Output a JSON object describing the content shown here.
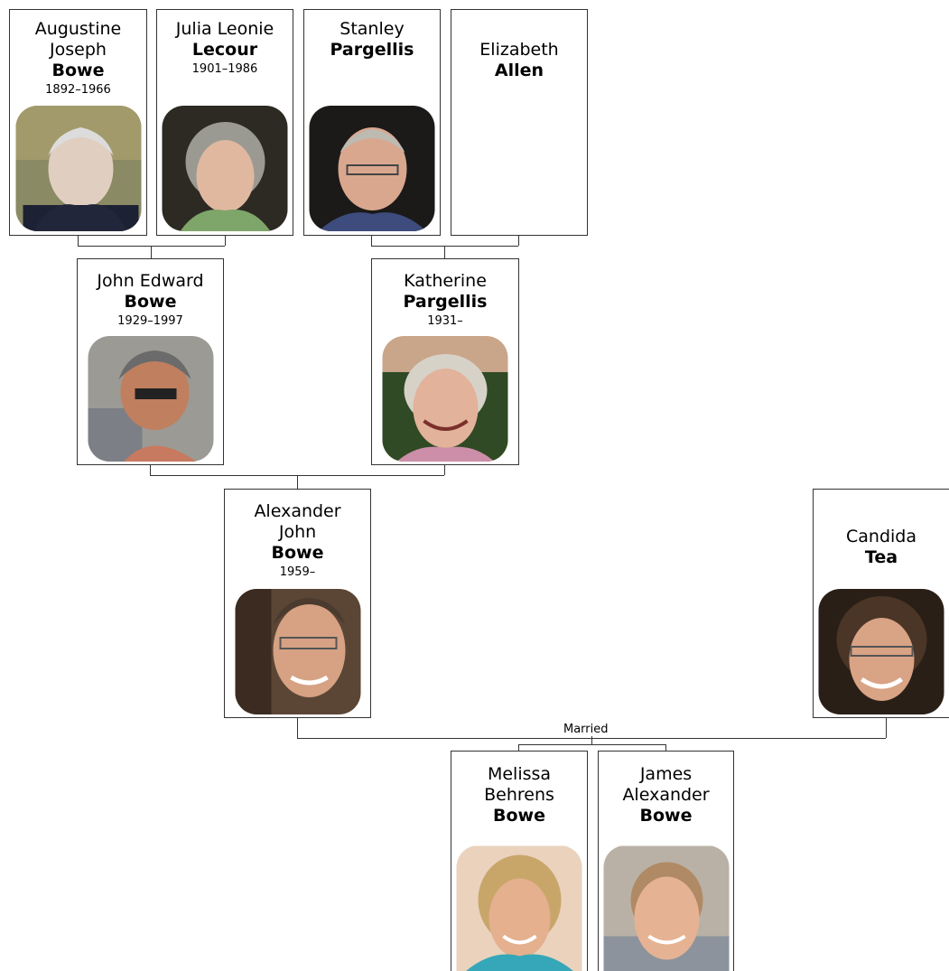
{
  "people": {
    "augustine": {
      "given": "Augustine Joseph",
      "surname": "Bowe",
      "years": "1892–1966",
      "photo_icon": "portrait-photo"
    },
    "julia": {
      "given": "Julia Leonie",
      "surname": "Lecour",
      "years": "1901–1986",
      "photo_icon": "portrait-photo"
    },
    "stanley": {
      "given": "Stanley",
      "surname": "Pargellis",
      "years": "",
      "photo_icon": "portrait-photo"
    },
    "elizabeth": {
      "given": "Elizabeth",
      "surname": "Allen",
      "years": ""
    },
    "john": {
      "given": "John Edward",
      "surname": "Bowe",
      "years": "1929–1997",
      "photo_icon": "portrait-photo"
    },
    "katherine": {
      "given": "Katherine",
      "surname": "Pargellis",
      "years": "1931–",
      "photo_icon": "portrait-photo"
    },
    "alexander": {
      "given": "Alexander John",
      "surname": "Bowe",
      "years": "1959–",
      "photo_icon": "portrait-photo"
    },
    "candida": {
      "given": "Candida",
      "surname": "Tea",
      "years": "",
      "photo_icon": "portrait-photo"
    },
    "melissa": {
      "given": "Melissa Behrens",
      "surname": "Bowe",
      "years": "",
      "photo_icon": "portrait-photo"
    },
    "james": {
      "given": "James Alexander",
      "surname": "Bowe",
      "years": "",
      "photo_icon": "portrait-photo"
    }
  },
  "unions": {
    "alexander_candida": {
      "label": "Married"
    }
  },
  "colors": {
    "border": "#333333",
    "background": "#ffffff"
  }
}
